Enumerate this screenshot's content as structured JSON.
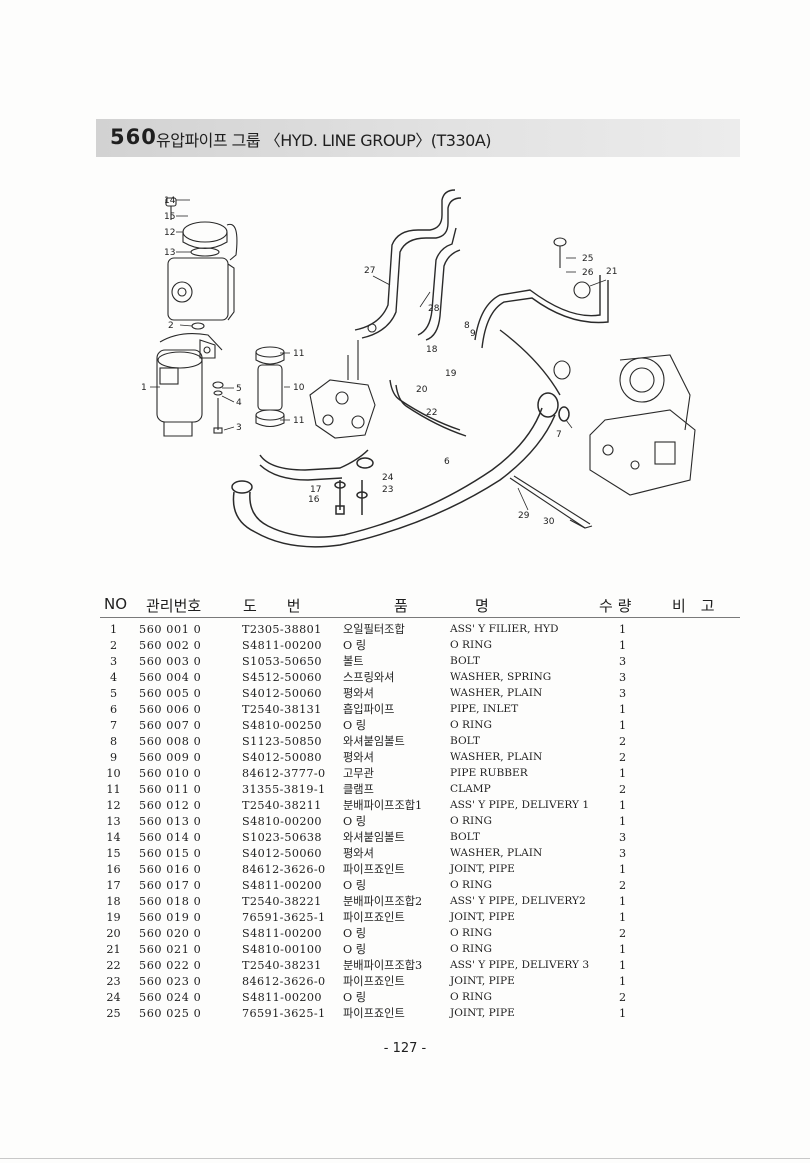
{
  "title": {
    "number": "560",
    "text": "유압파이프 그룹 〈HYD. LINE GROUP〉(T330A)"
  },
  "diagram": {
    "callouts": [
      "14",
      "15",
      "12",
      "13",
      "2",
      "1",
      "5",
      "4",
      "3",
      "11",
      "10",
      "11",
      "27",
      "28",
      "8",
      "9",
      "18",
      "19",
      "20",
      "22",
      "17",
      "16",
      "24",
      "23",
      "6",
      "25",
      "26",
      "21",
      "7",
      "29",
      "30"
    ]
  },
  "table": {
    "headers": {
      "no": "NO",
      "mgmt": "관리번호",
      "drawing": "도　　번",
      "item": "품",
      "name": "명",
      "qty": "수 량",
      "note": "비　고"
    },
    "rows": [
      {
        "no": "1",
        "mgmt": "560 001 0",
        "part": "T2305-38801",
        "kname": "오일필터조합",
        "ename": "ASS' Y FILIER, HYD",
        "qty": "1"
      },
      {
        "no": "2",
        "mgmt": "560 002 0",
        "part": "S4811-00200",
        "kname": "O 링",
        "ename": "O RING",
        "qty": "1"
      },
      {
        "no": "3",
        "mgmt": "560 003 0",
        "part": "S1053-50650",
        "kname": "볼트",
        "ename": "BOLT",
        "qty": "3"
      },
      {
        "no": "4",
        "mgmt": "560 004 0",
        "part": "S4512-50060",
        "kname": "스프링와셔",
        "ename": "WASHER, SPRING",
        "qty": "3"
      },
      {
        "no": "5",
        "mgmt": "560 005 0",
        "part": "S4012-50060",
        "kname": "평와셔",
        "ename": "WASHER, PLAIN",
        "qty": "3"
      },
      {
        "no": "6",
        "mgmt": "560 006 0",
        "part": "T2540-38131",
        "kname": "흡입파이프",
        "ename": "PIPE, INLET",
        "qty": "1"
      },
      {
        "no": "7",
        "mgmt": "560 007 0",
        "part": "S4810-00250",
        "kname": "O 링",
        "ename": "O RING",
        "qty": "1"
      },
      {
        "no": "8",
        "mgmt": "560 008 0",
        "part": "S1123-50850",
        "kname": "와셔붙임볼트",
        "ename": "BOLT",
        "qty": "2"
      },
      {
        "no": "9",
        "mgmt": "560 009 0",
        "part": "S4012-50080",
        "kname": "평와셔",
        "ename": "WASHER, PLAIN",
        "qty": "2"
      },
      {
        "no": "10",
        "mgmt": "560 010 0",
        "part": "84612-3777-0",
        "kname": "고무관",
        "ename": "PIPE RUBBER",
        "qty": "1"
      },
      {
        "no": "11",
        "mgmt": "560 011 0",
        "part": "31355-3819-1",
        "kname": "클램프",
        "ename": "CLAMP",
        "qty": "2"
      },
      {
        "no": "12",
        "mgmt": "560 012 0",
        "part": "T2540-38211",
        "kname": "분배파이프조합1",
        "ename": "ASS' Y PIPE, DELIVERY 1",
        "qty": "1"
      },
      {
        "no": "13",
        "mgmt": "560 013 0",
        "part": "S4810-00200",
        "kname": "O 링",
        "ename": "O RING",
        "qty": "1"
      },
      {
        "no": "14",
        "mgmt": "560 014 0",
        "part": "S1023-50638",
        "kname": "와셔붙임볼트",
        "ename": "BOLT",
        "qty": "3"
      },
      {
        "no": "15",
        "mgmt": "560 015 0",
        "part": "S4012-50060",
        "kname": "평와셔",
        "ename": "WASHER, PLAIN",
        "qty": "3"
      },
      {
        "no": "16",
        "mgmt": "560 016 0",
        "part": "84612-3626-0",
        "kname": "파이프죠인트",
        "ename": "JOINT, PIPE",
        "qty": "1"
      },
      {
        "no": "17",
        "mgmt": "560 017 0",
        "part": "S4811-00200",
        "kname": "O 링",
        "ename": "O RING",
        "qty": "2"
      },
      {
        "no": "18",
        "mgmt": "560 018 0",
        "part": "T2540-38221",
        "kname": "분배파이프조합2",
        "ename": "ASS' Y PIPE, DELIVERY2",
        "qty": "1"
      },
      {
        "no": "19",
        "mgmt": "560 019 0",
        "part": "76591-3625-1",
        "kname": "파이프죠인트",
        "ename": "JOINT, PIPE",
        "qty": "1"
      },
      {
        "no": "20",
        "mgmt": "560 020 0",
        "part": "S4811-00200",
        "kname": "O 링",
        "ename": "O RING",
        "qty": "2"
      },
      {
        "no": "21",
        "mgmt": "560 021 0",
        "part": "S4810-00100",
        "kname": "O 링",
        "ename": "O RING",
        "qty": "1"
      },
      {
        "no": "22",
        "mgmt": "560 022 0",
        "part": "T2540-38231",
        "kname": "분배파이프조합3",
        "ename": "ASS' Y PIPE, DELIVERY 3",
        "qty": "1"
      },
      {
        "no": "23",
        "mgmt": "560 023 0",
        "part": "84612-3626-0",
        "kname": "파이프죠인트",
        "ename": "JOINT, PIPE",
        "qty": "1"
      },
      {
        "no": "24",
        "mgmt": "560 024 0",
        "part": "S4811-00200",
        "kname": "O 링",
        "ename": "O RING",
        "qty": "2"
      },
      {
        "no": "25",
        "mgmt": "560 025 0",
        "part": "76591-3625-1",
        "kname": "파이프죠인트",
        "ename": "JOINT, PIPE",
        "qty": "1"
      }
    ]
  },
  "page_number": "- 127 -"
}
